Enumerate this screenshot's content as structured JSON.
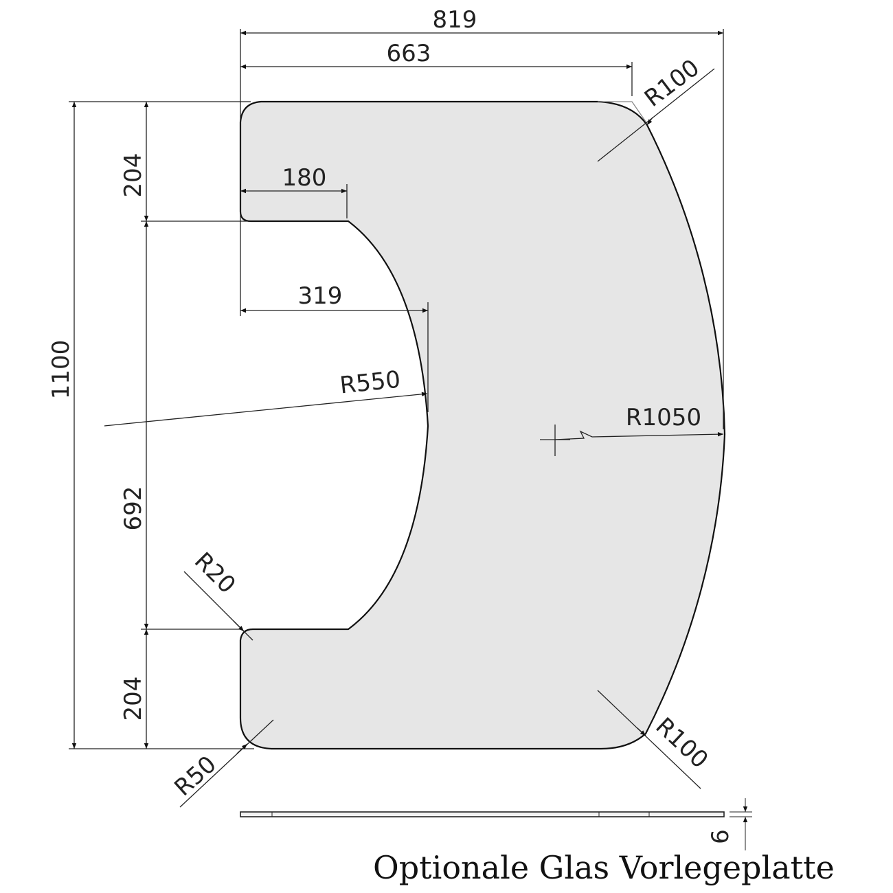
{
  "drawing": {
    "title": "Optionale Glas Vorlegeplatte",
    "plate_fill": "#e6e6e6",
    "dimensions": {
      "overall_width": "819",
      "inner_width": "663",
      "overall_height": "1100",
      "top_tab_height": "204",
      "cutout_height": "692",
      "bottom_tab_height": "204",
      "tab_depth": "180",
      "cutout_depth": "319",
      "cutout_radius": "R550",
      "outer_radius": "R1050",
      "top_corner_radius": "R100",
      "bottom_corner_radius": "R100",
      "left_bottom_corner_radius": "R50",
      "inner_corner_radius": "R20",
      "thickness": "6"
    }
  }
}
